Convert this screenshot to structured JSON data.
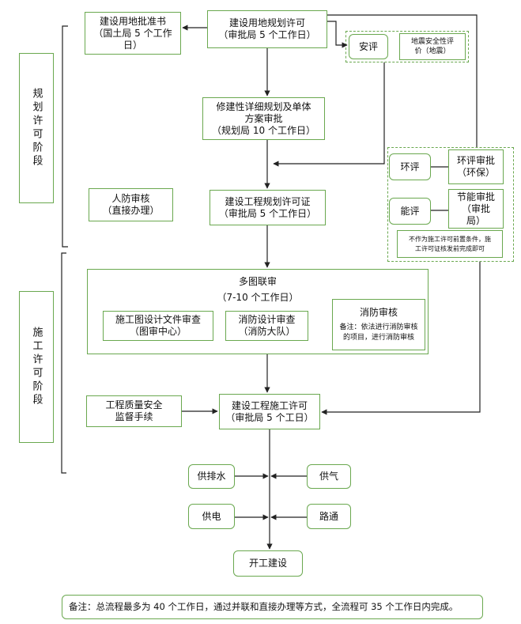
{
  "phases": {
    "planning": "规划许可阶段",
    "construction": "施工许可阶段"
  },
  "nodes": {
    "land_approval": [
      "建设用地批准书",
      "（国土局 5 个工作",
      "日）"
    ],
    "land_planning_permit": [
      "建设用地规划许可",
      "（审批局 5 个工作日）"
    ],
    "safety_eval": [
      "安评"
    ],
    "seismic_eval": [
      "地震安全性评",
      "价（地震）"
    ],
    "detailed_plan": [
      "修建性详细规划及单体",
      "方案审批",
      "（规划局 10 个工作日）"
    ],
    "env_eval": [
      "环评"
    ],
    "env_approval": [
      "环评审批",
      "（环保）"
    ],
    "energy_eval": [
      "能评"
    ],
    "energy_approval": [
      "节能审批",
      "（审批",
      "局）"
    ],
    "pre_note": [
      "不作为施工许可前置条件，施",
      "工许可证核发前完成即可"
    ],
    "civil_defense": [
      "人防审核",
      "（直接办理）"
    ],
    "engineering_planning_permit": [
      "建设工程规划许可证",
      "（审批局 5 个工作日）"
    ],
    "joint_review_title": [
      "多图联审",
      "（7-10 个工作日）"
    ],
    "drawing_review": [
      "施工图设计文件审查",
      "（图审中心）"
    ],
    "fire_design_review": [
      "消防设计审查",
      "（消防大队）"
    ],
    "fire_review": [
      "消防审核",
      "备注：依法进行消防审核",
      "的项目，进行消防审核"
    ],
    "quality_supervision": [
      "工程质量安全",
      "监督手续"
    ],
    "construction_permit": [
      "建设工程施工许可",
      "（审批局 5 个工日）"
    ],
    "water": [
      "供排水"
    ],
    "gas": [
      "供气"
    ],
    "power": [
      "供电"
    ],
    "road": [
      "路通"
    ],
    "start": [
      "开工建设"
    ]
  },
  "footer_note": "备注：总流程最多为 40 个工作日，通过并联和直接办理等方式，全流程可 35 个工作日内完成。",
  "colors": {
    "border": "#6aa84f",
    "line": "#222222"
  }
}
